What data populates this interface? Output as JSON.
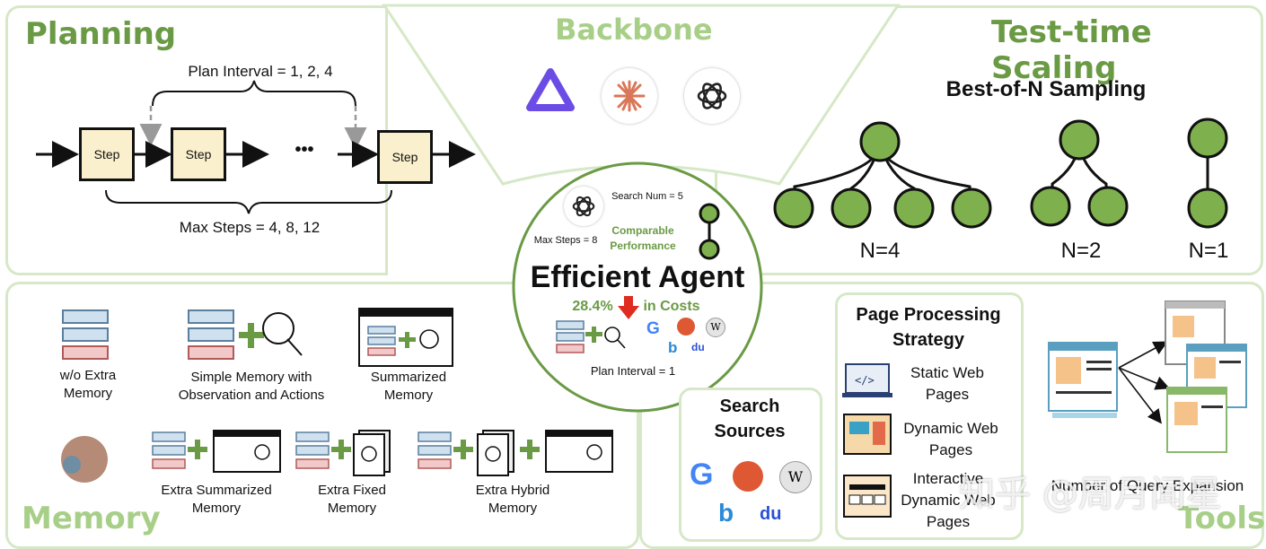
{
  "planning": {
    "title": "Planning",
    "plan_interval": "Plan Interval = 1, 2, 4",
    "max_steps": "Max Steps = 4, 8, 12",
    "step_label": "Step",
    "ellipsis": "•••"
  },
  "backbone": {
    "title": "Backbone",
    "icons": [
      "qwen-logo-icon",
      "claude-logo-icon",
      "openai-logo-icon"
    ]
  },
  "tts": {
    "title": "Test-time Scaling",
    "subtitle": "Best-of-N Sampling",
    "n4": "N=4",
    "n2": "N=2",
    "n1": "N=1"
  },
  "center": {
    "search_num": "Search Num = 5",
    "max_steps": "Max Steps = 8",
    "comparable": "Comparable",
    "performance": "Performance",
    "title": "Efficient Agent",
    "percent": "28.4%",
    "in_costs": "in Costs",
    "plan_interval": "Plan Interval = 1"
  },
  "memory": {
    "title": "Memory",
    "wo_1": "w/o Extra",
    "wo_2": "Memory",
    "simple_1": "Simple Memory with",
    "simple_2": "Observation and Actions",
    "summ_1": "Summarized",
    "summ_2": "Memory",
    "extra_summ_1": "Extra Summarized",
    "extra_summ_2": "Memory",
    "extra_fixed_1": "Extra Fixed",
    "extra_fixed_2": "Memory",
    "extra_hybrid_1": "Extra Hybrid",
    "extra_hybrid_2": "Memory"
  },
  "search": {
    "title_1": "Search",
    "title_2": "Sources",
    "icons": [
      "google-icon",
      "duckduckgo-icon",
      "wikipedia-icon",
      "bing-icon",
      "baidu-icon"
    ]
  },
  "page": {
    "title_1": "Page Processing",
    "title_2": "Strategy",
    "static_1": "Static Web",
    "static_2": "Pages",
    "dynamic_1": "Dynamic Web",
    "dynamic_2": "Pages",
    "inter_1": "Interactive",
    "inter_2": "Dynamic Web",
    "inter_3": "Pages"
  },
  "tools": {
    "title": "Tools",
    "expansion": "Number of Query Expansion"
  },
  "watermark": "知乎 @周月闻星",
  "colors": {
    "accent_green": "#6a9a44",
    "node_green": "#7fb04e",
    "panel_border": "#d6e8c7",
    "step_fill": "#fbf0cd",
    "arrow_red": "#e02b20"
  }
}
